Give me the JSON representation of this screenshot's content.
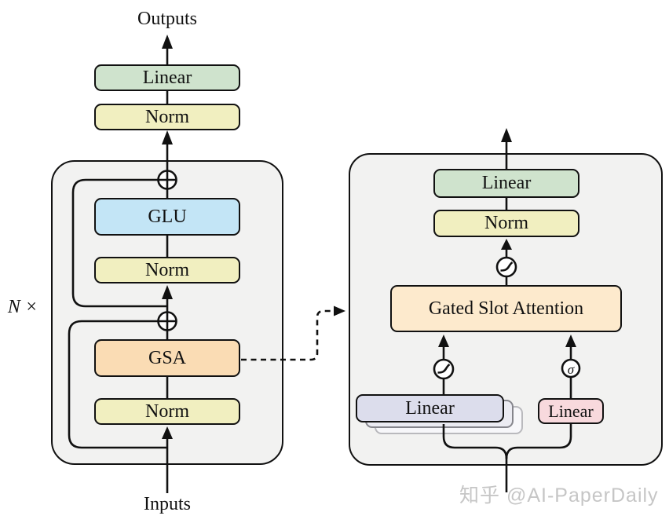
{
  "figure": {
    "watermark": "知乎 @AI-PaperDaily",
    "left_diagram": {
      "outputs_label": "Outputs",
      "inputs_label": "Inputs",
      "repeat_label": "N ×",
      "linear_top": "Linear",
      "norm_top": "Norm",
      "glu": "GLU",
      "norm_glu": "Norm",
      "gsa": "GSA",
      "norm_gsa": "Norm"
    },
    "right_diagram": {
      "linear_top": "Linear",
      "norm_top": "Norm",
      "gsa_full": "Gated Slot Attention",
      "linear_qkv": "Linear",
      "linear_gate": "Linear",
      "sigmoid_symbol": "σ"
    },
    "colors": {
      "linear_green": "#cfe3cd",
      "norm_yellow": "#f1efc0",
      "glu_blue": "#c3e5f6",
      "gsa_orange": "#fadcb4",
      "gsa_detail_orange": "#fdeacd",
      "linear_lavender": "#dcddec",
      "linear_ghost1": "#ebebf2",
      "linear_ghost2": "#f7f7fa",
      "linear_pink": "#f8d9dd",
      "container_gray": "#f2f2f1",
      "swish_curve_blue": "#2626b0",
      "watermark_gray": "#c6c6c6"
    }
  }
}
